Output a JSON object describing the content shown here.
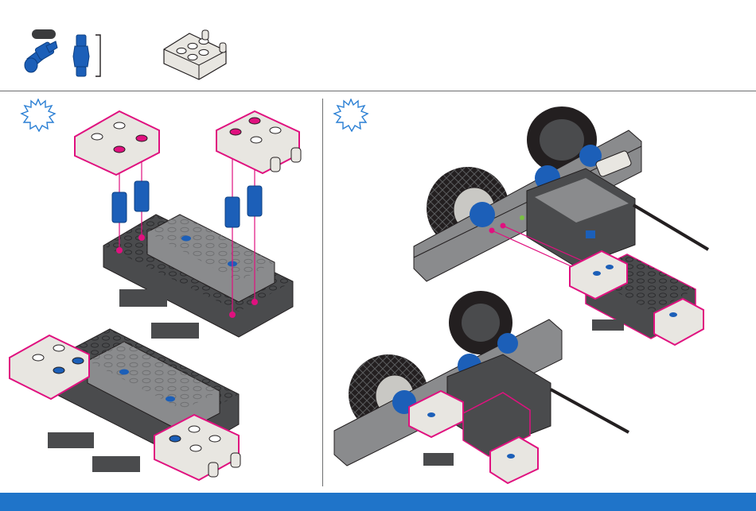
{
  "colors": {
    "highlight": "#e0117f",
    "connector_blue": "#1c5fb8",
    "footer_blue": "#1f74c9",
    "burst_blue": "#2a7fd4",
    "dark_gray": "#4a4b4d",
    "mid_gray": "#8a8b8d",
    "light_gray": "#e8e6e1"
  },
  "parts": [
    {
      "name": "blue-pin-connector",
      "quantity": ""
    },
    {
      "name": "capped-connector-pin",
      "quantity": ""
    },
    {
      "name": "corner-connector",
      "quantity": ""
    }
  ],
  "steps": [
    {
      "panel": "left",
      "icon": "sparkle-burst-icon"
    },
    {
      "panel": "right",
      "icon": "sparkle-burst-icon"
    }
  ]
}
